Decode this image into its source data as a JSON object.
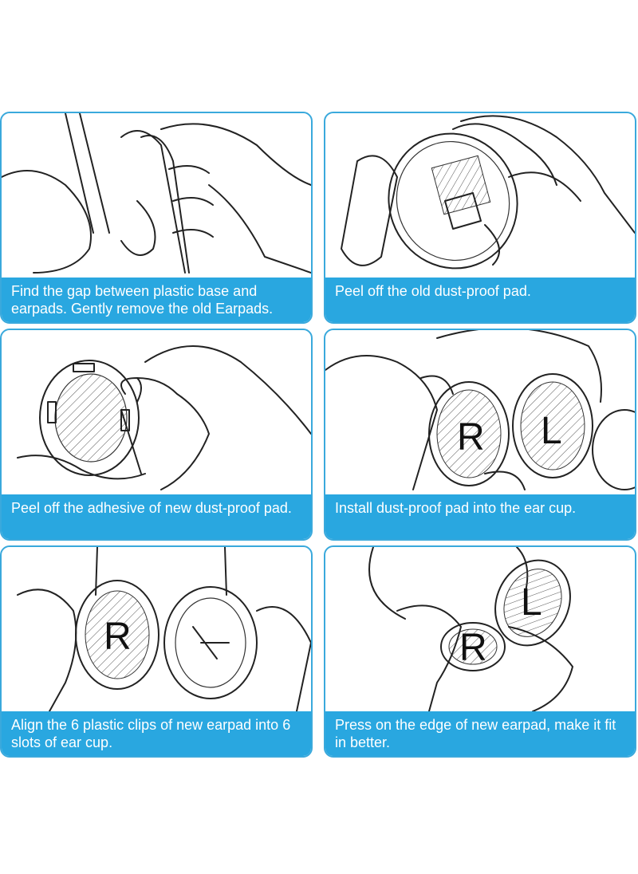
{
  "steps": [
    {
      "caption": "Find the gap between plastic base and earpads. Gently remove the old Earpads."
    },
    {
      "caption": "Peel off the old dust-proof pad."
    },
    {
      "caption": "Peel off the adhesive of new dust-proof pad."
    },
    {
      "caption": "Install dust-proof pad into the ear cup."
    },
    {
      "caption": "Align the 6 plastic clips of new earpad into 6 slots of ear cup."
    },
    {
      "caption": "Press on the edge of new earpad, make it fit in better."
    }
  ],
  "letters": {
    "right": "R",
    "left": "L"
  },
  "colors": {
    "accent": "#29a7e0",
    "border": "#3aa9dc",
    "text": "#ffffff"
  }
}
